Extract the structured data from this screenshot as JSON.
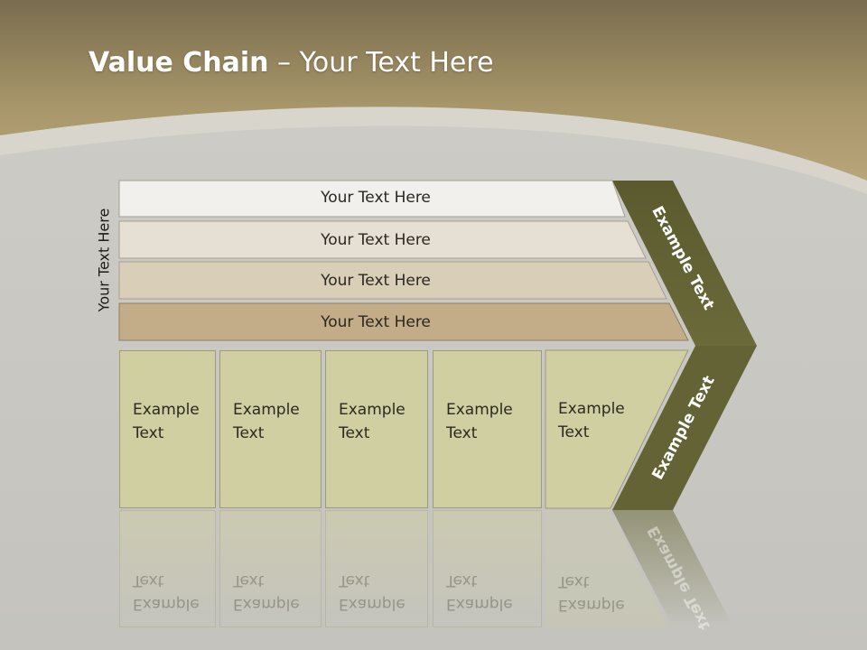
{
  "slide": {
    "title_bold": "Value Chain",
    "title_rest": " – Your Text Here",
    "side_label": "Your Text Here",
    "bars": [
      {
        "label": "Your Text Here",
        "color": "#f2f0ec"
      },
      {
        "label": "Your Text Here",
        "color": "#e6e0d4"
      },
      {
        "label": "Your Text Here",
        "color": "#d9cfb8"
      },
      {
        "label": "Your Text Here",
        "color": "#c2ad88"
      }
    ],
    "boxes": [
      {
        "label": "Example\nText"
      },
      {
        "label": "Example\nText"
      },
      {
        "label": "Example\nText"
      },
      {
        "label": "Example\nText"
      },
      {
        "label": "Example\nText"
      }
    ],
    "chevron_top_label": "Example Text",
    "chevron_bottom_label": "Example Text",
    "colors": {
      "header_band": "#a8976a",
      "chevron": "#5f5f32",
      "box_fill": "#d0cfa2"
    }
  }
}
